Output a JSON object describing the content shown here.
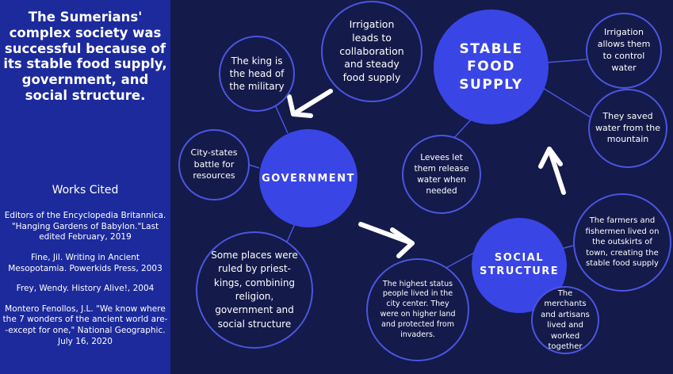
{
  "sidebar": {
    "thesis": "The Sumerians' complex society was successful because of its stable food supply, government, and social structure.",
    "works_cited_title": "Works Cited",
    "works": [
      "Editors of the Encyclopedia Britannica. \"Hanging Gardens of Babylon.\"Last edited February, 2019",
      "Fine, Jil. Writing in Ancient Mesopotamia. Powerkids Press, 2003",
      "Frey, Wendy. History Alive!, 2004",
      "Montero Fenollos, J.L. \"We know where the 7 wonders of the ancient world are--except for one,\" National Geographic. July 16, 2020"
    ]
  },
  "diagram": {
    "hubs": {
      "stable_food_supply": "STABLE FOOD SUPPLY",
      "government": "GOVERNMENT",
      "social_structure": "SOCIAL STRUCTURE"
    },
    "nodes": {
      "irrigation_collaboration": "Irrigation leads to collaboration and steady food supply",
      "irrigation_control": "Irrigation allows them to control water",
      "saved_water": "They saved water from the mountain",
      "levees": "Levees let them release water when needed",
      "king": "The king is the head of the military",
      "city_states": "City-states battle for resources",
      "priest_kings": "Some places were ruled by priest-kings, combining religion, government and social structure",
      "highest_status": "The highest status people lived in the city center. They were on higher land and protected from invaders.",
      "merchants": "The merchants and artisans lived and worked together",
      "farmers": "The farmers and fishermen lived on the outskirts of town, creating the stable food supply"
    },
    "colors": {
      "background": "#141a4a",
      "sidebar": "#1c2a9c",
      "hub": "#3a45e6",
      "node_border": "#4b55e0",
      "text": "#ffffff"
    }
  }
}
